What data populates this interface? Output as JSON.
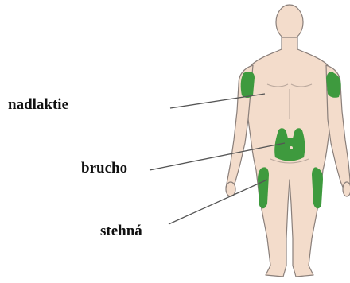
{
  "labels": {
    "upper_arm": "nadlaktie",
    "abdomen": "brucho",
    "thigh": "stehná"
  },
  "colors": {
    "skin": "#f3dccb",
    "skin_outline": "#8a7f7a",
    "injection_zone": "#3e9a3e",
    "leader_line": "#555555",
    "text": "#111111"
  }
}
